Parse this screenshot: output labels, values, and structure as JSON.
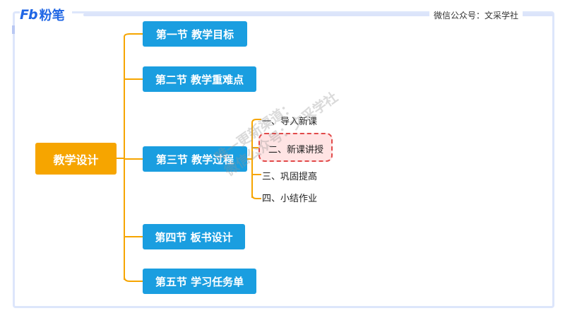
{
  "header": {
    "logo_mark": "Fb",
    "logo_text": "粉笔",
    "wechat_note": "微信公众号：文采学社"
  },
  "mindmap": {
    "root": "教学设计",
    "sections": [
      "第一节 教学目标",
      "第二节 教学重难点",
      "第三节 教学过程",
      "第四节 板书设计",
      "第五节 学习任务单"
    ],
    "process_steps": [
      "一、导入新课",
      "二、新课讲授",
      "三、巩固提高",
      "四、小结作业"
    ],
    "highlighted_step": "二、新课讲授"
  },
  "watermark": {
    "line1": "唯一更新渠道：",
    "line2": "微信公众号：文采学社"
  },
  "colors": {
    "root": "#f6a500",
    "section": "#1a9ee0",
    "connector": "#f6a500",
    "highlight_border": "#e14a4a"
  }
}
